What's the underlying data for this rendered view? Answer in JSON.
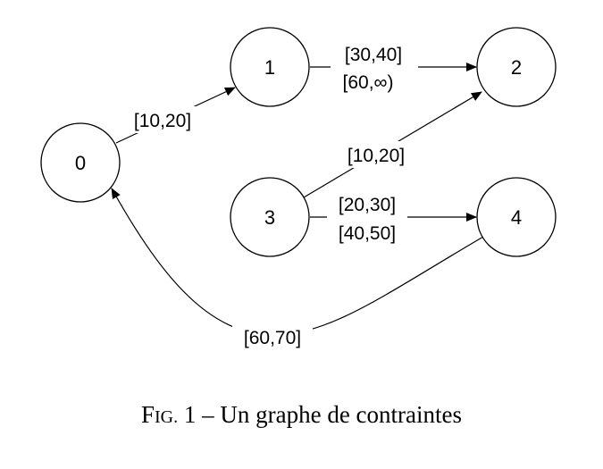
{
  "diagram": {
    "nodes": [
      {
        "id": "0",
        "label": "0"
      },
      {
        "id": "1",
        "label": "1"
      },
      {
        "id": "2",
        "label": "2"
      },
      {
        "id": "3",
        "label": "3"
      },
      {
        "id": "4",
        "label": "4"
      }
    ],
    "edges": [
      {
        "from": "0",
        "to": "1",
        "labels": [
          "[10,20]"
        ]
      },
      {
        "from": "1",
        "to": "2",
        "labels": [
          "[30,40]",
          "[60,∞)"
        ]
      },
      {
        "from": "3",
        "to": "2",
        "labels": [
          "[10,20]"
        ]
      },
      {
        "from": "3",
        "to": "4",
        "labels": [
          "[20,30]",
          "[40,50]"
        ]
      },
      {
        "from": "4",
        "to": "0",
        "labels": [
          "[60,70]"
        ]
      }
    ]
  },
  "caption": {
    "fig_first": "F",
    "fig_rest": "IG.",
    "number": "1",
    "dash": "–",
    "text": "Un graphe de contraintes"
  }
}
